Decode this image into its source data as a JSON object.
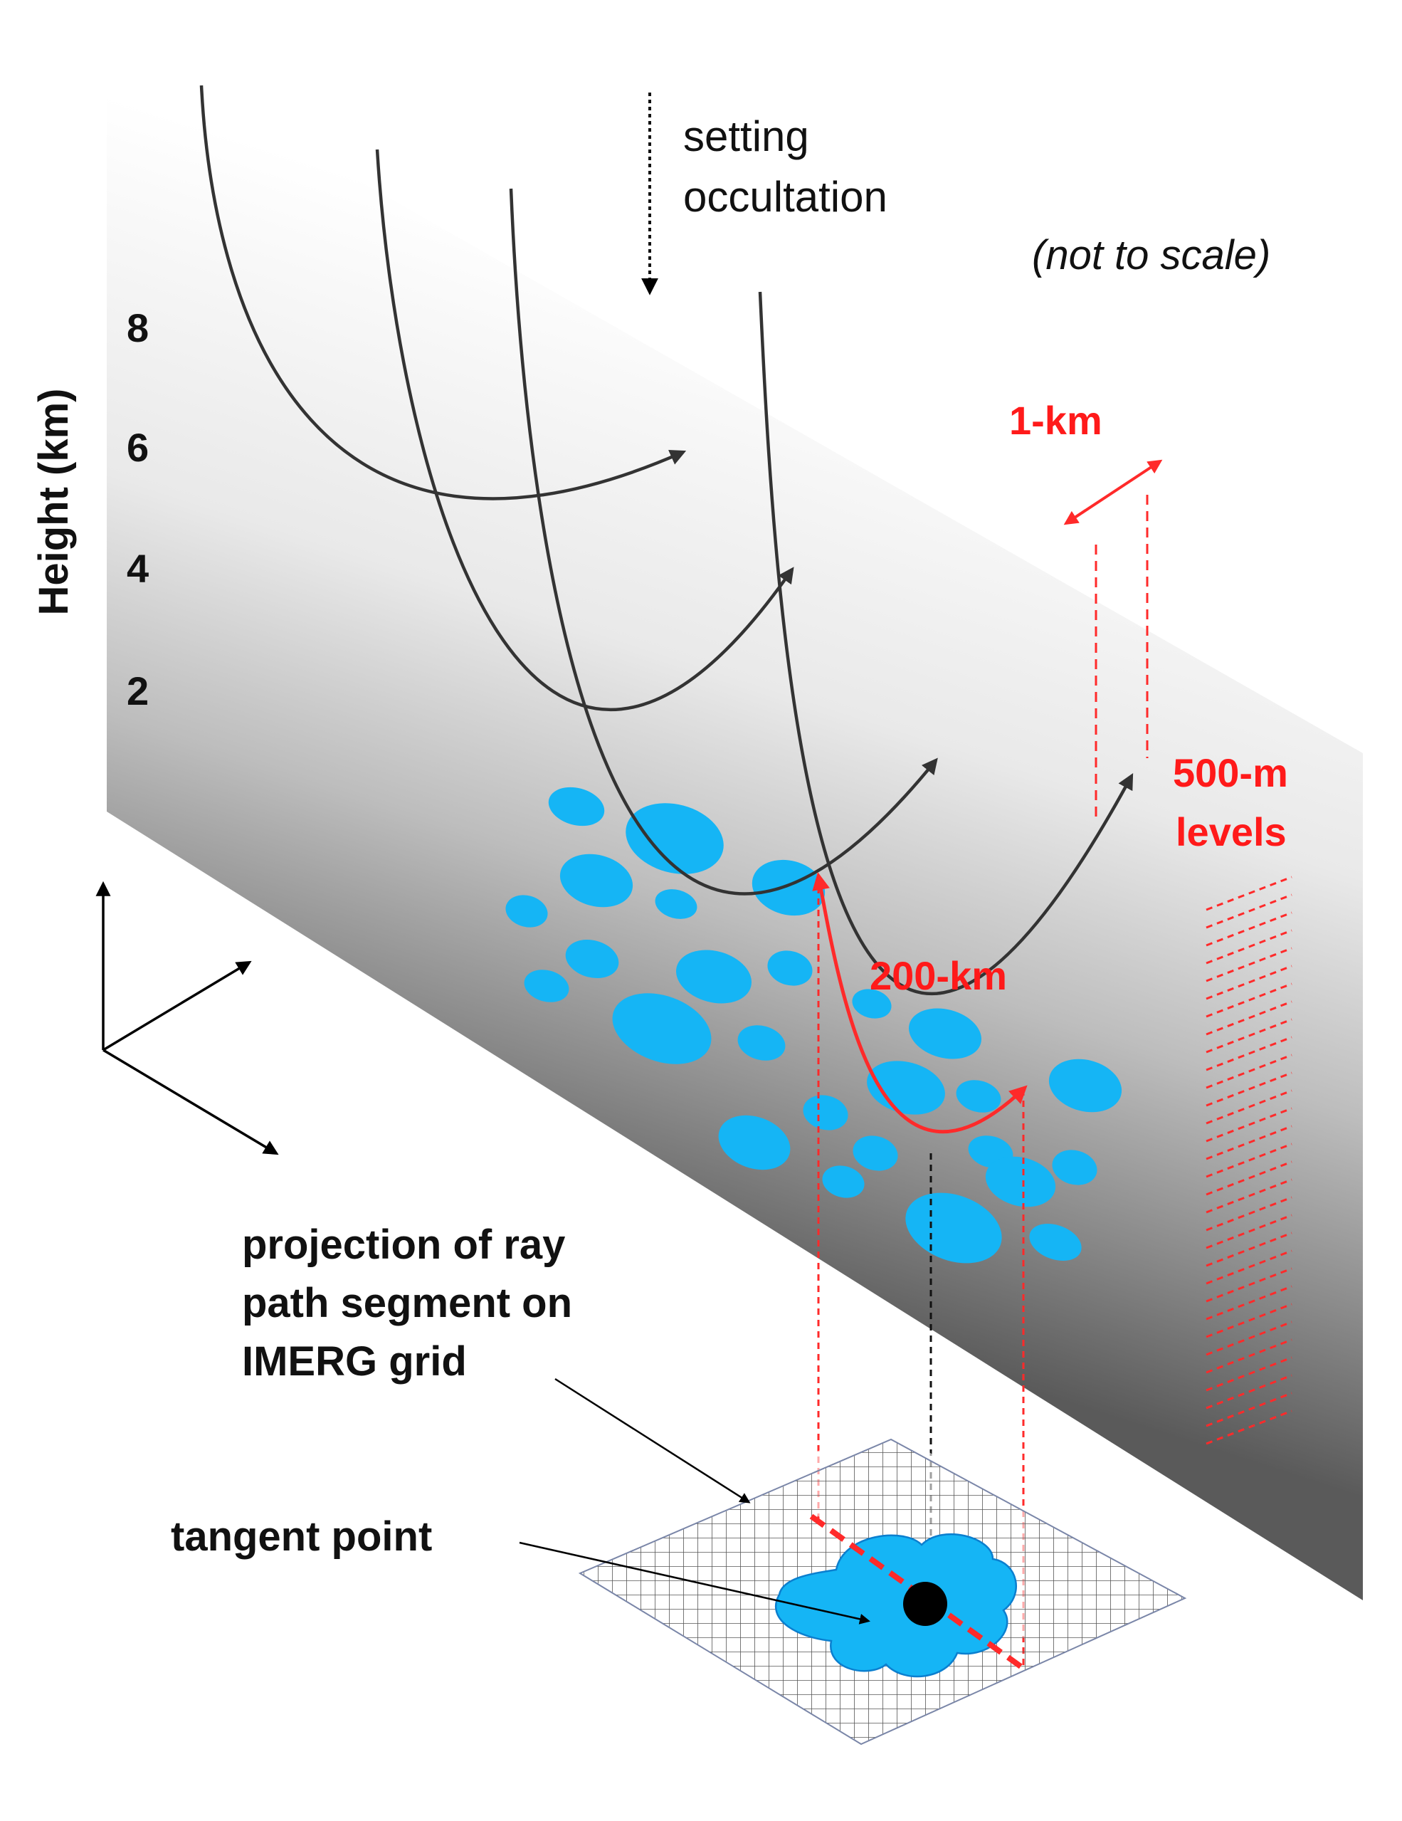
{
  "labels": {
    "y_axis_title": "Height (km)",
    "height_ticks": [
      "8",
      "6",
      "4",
      "2"
    ],
    "setting_line1": "setting",
    "setting_line2": "occultation",
    "not_to_scale": "(not to scale)",
    "one_km": "1-km",
    "levels_line1": "500-m",
    "levels_line2": "levels",
    "two_hundred_km": "200-km",
    "projection_line1": "projection of ray",
    "projection_line2": "path segment on",
    "projection_line3": "IMERG grid",
    "tangent_point": "tangent point"
  },
  "colors": {
    "ray": "#333333",
    "highlight": "#ff2a2a",
    "cloud": "#15b5f5",
    "grid": "#444444",
    "text": "#111111",
    "red_text": "#ff1a1a"
  },
  "icons": {
    "axes": "3d-axes-icon",
    "tangent_marker": "tangent-point-marker"
  }
}
